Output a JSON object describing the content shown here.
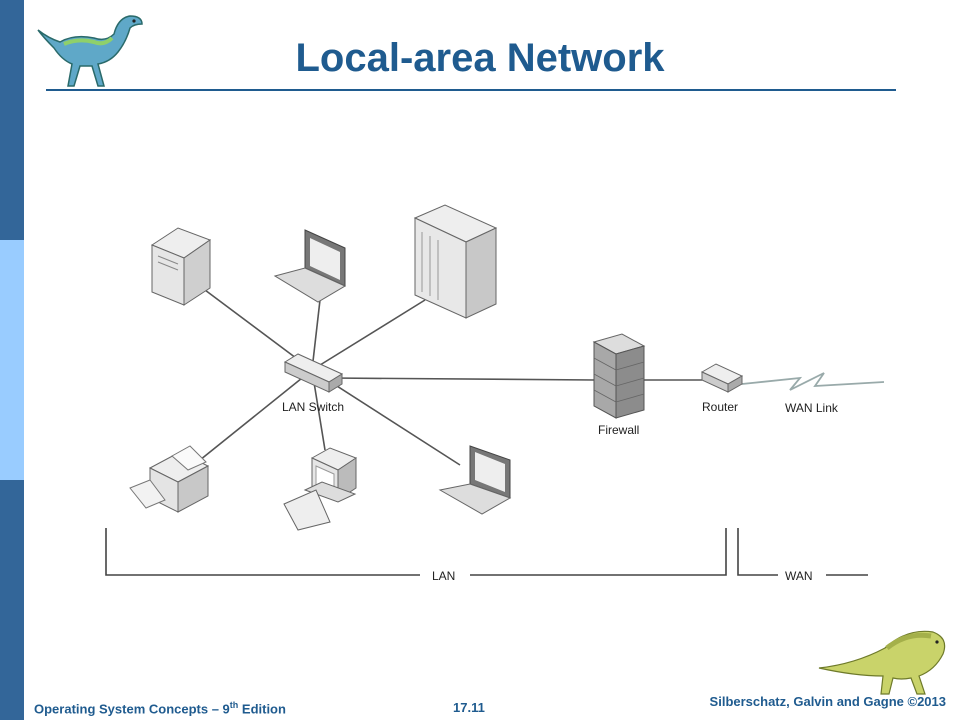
{
  "slide": {
    "title": "Local-area Network",
    "footer_left_prefix": "Operating System Concepts – 9",
    "footer_left_sup": "th",
    "footer_left_suffix": " Edition",
    "page_number": "17.11",
    "footer_right": "Silberschatz, Galvin and Gagne ©2013"
  },
  "diagram": {
    "labels": {
      "lan_switch": "LAN Switch",
      "firewall": "Firewall",
      "router": "Router",
      "wan_link": "WAN Link",
      "lan": "LAN",
      "wan": "WAN"
    }
  },
  "colors": {
    "sidebar_dark": "#336699",
    "sidebar_light": "#99ccff",
    "title": "#1f5b8f"
  }
}
